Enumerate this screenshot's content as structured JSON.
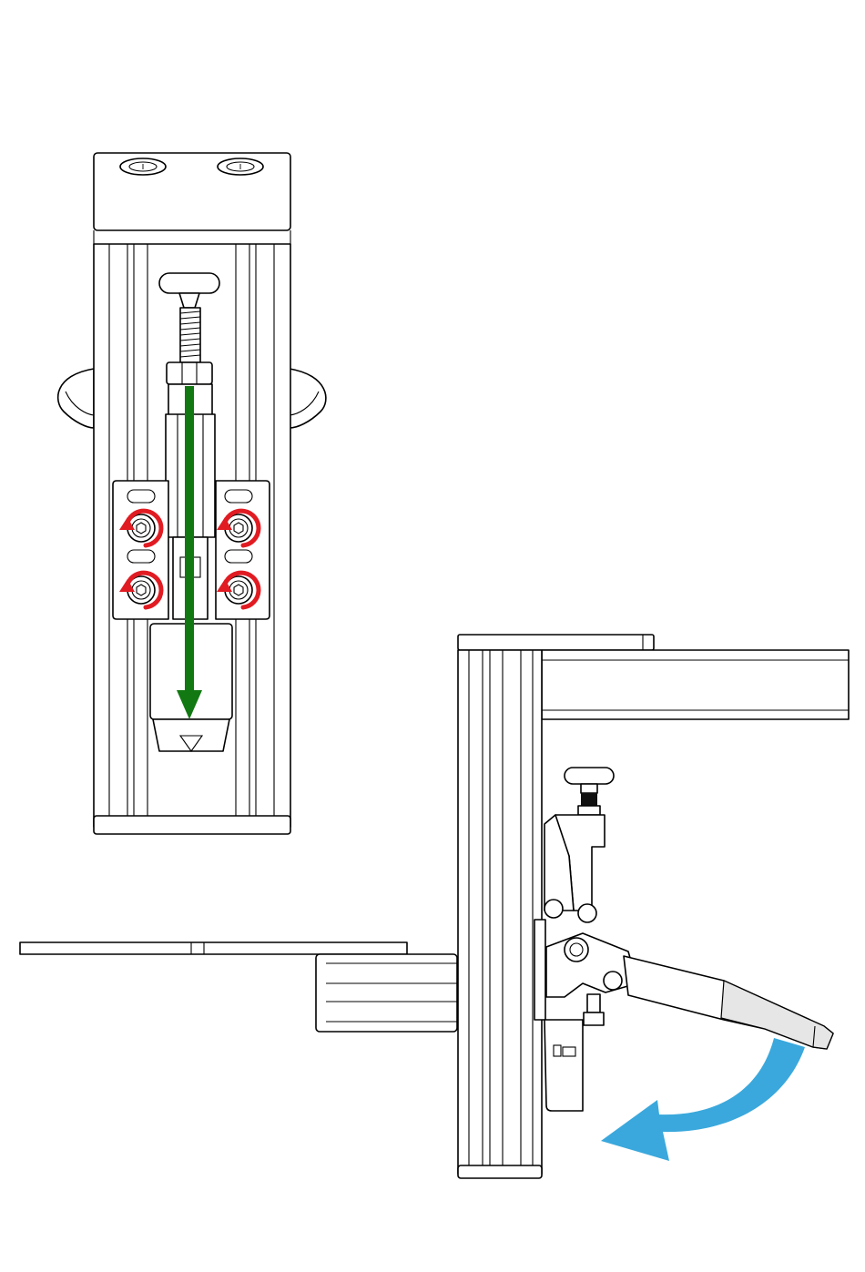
{
  "colors": {
    "background": "#ffffff",
    "outline": "#000000",
    "shade": "#e6e6e6",
    "push_arrow": "#127812",
    "screw_rotation": "#e11b22",
    "release_arrow": "#3aa8dc"
  },
  "views": [
    {
      "view": "front",
      "contents": [
        "mounting-plate",
        "aluminium-profile",
        "push-toggle-clamp",
        "screws",
        "push-arrow"
      ]
    },
    {
      "view": "side",
      "contents": [
        "aluminium-profile",
        "table-surface",
        "push-toggle-clamp",
        "release-arrow"
      ]
    }
  ],
  "arrows": {
    "push_direction": "down",
    "screw_rotation_count": 4,
    "release_direction": "counter-clockwise"
  },
  "icons": [
    "hex-socket-screw-icon",
    "rotation-arrow-icon",
    "push-arrow-icon",
    "release-arrow-icon"
  ]
}
